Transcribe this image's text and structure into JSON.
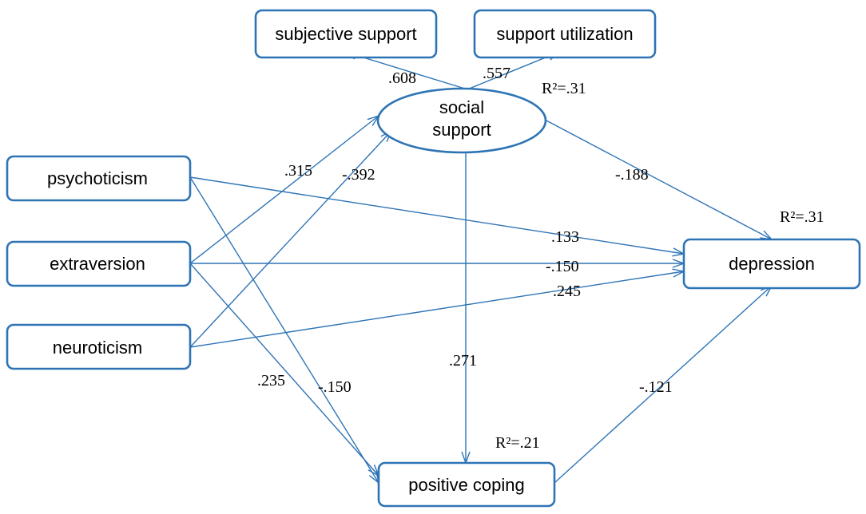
{
  "colors": {
    "accent": "#2e74b5",
    "text": "#000000",
    "background": "#ffffff"
  },
  "nodes": {
    "subjective_support": "subjective support",
    "support_utilization": "support utilization",
    "social_support_line1": "social",
    "social_support_line2": "support",
    "psychoticism": "psychoticism",
    "extraversion": "extraversion",
    "neuroticism": "neuroticism",
    "depression": "depression",
    "positive_coping": "positive coping"
  },
  "r_squared": {
    "social_support": "R²=.31",
    "depression": "R²=.31",
    "positive_coping": "R²=.21"
  },
  "paths": {
    "social_to_subjective": ".608",
    "social_to_utilization": ".557",
    "extraversion_to_social": ".315",
    "neuroticism_to_social": "-.392",
    "social_to_depression": "-.188",
    "psychoticism_to_depression": ".133",
    "extraversion_to_depression": "-.150",
    "neuroticism_to_depression": ".245",
    "social_to_coping": ".271",
    "psychoticism_to_coping": ".235",
    "extraversion_to_coping": "-.150",
    "coping_to_depression": "-.121"
  }
}
